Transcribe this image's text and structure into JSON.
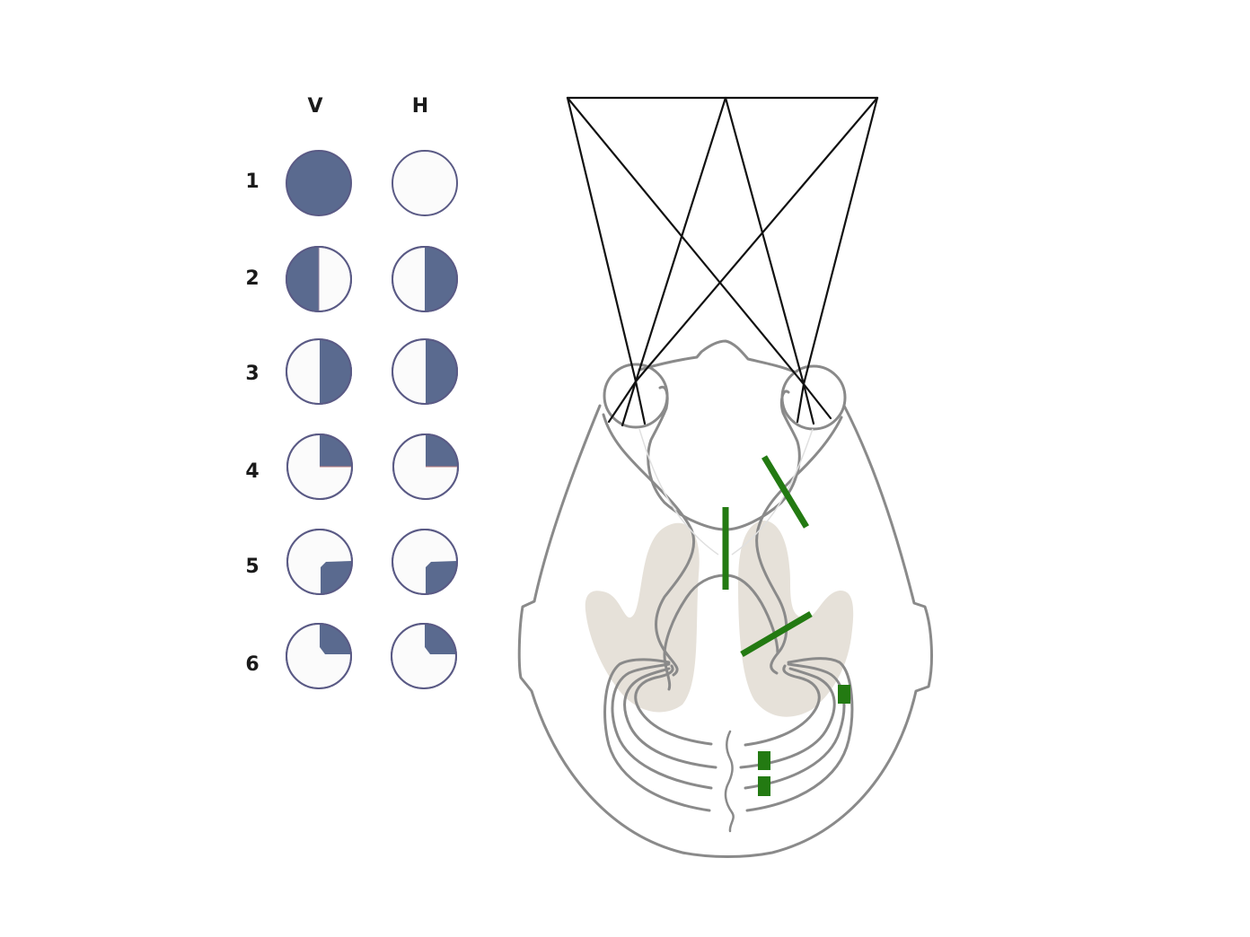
{
  "legend": {
    "columns": [
      "V",
      "H"
    ],
    "rows": [
      {
        "label": "1",
        "V": "full",
        "H": "empty"
      },
      {
        "label": "2",
        "V": "left-half",
        "H": "right-half"
      },
      {
        "label": "3",
        "V": "right-half",
        "H": "right-half"
      },
      {
        "label": "4",
        "V": "upper-right-quadrant",
        "H": "upper-right-quadrant"
      },
      {
        "label": "5",
        "V": "lower-right-quadrant-notched",
        "H": "lower-right-quadrant-notched"
      },
      {
        "label": "6",
        "V": "upper-right-quadrant-notched",
        "H": "upper-right-quadrant-notched"
      }
    ],
    "fill_color": "#5a6a8f",
    "empty_color": "#fbfbfb",
    "outline_color": "#5a5a85"
  },
  "diagram": {
    "description": "Dorsal view of mouse head with visual field projection lines from screen to both eyes, brain outline and green lesion/cut markers",
    "screen_line_color": "#111111",
    "outline_color": "#8a8a8a",
    "shaded_region_color": "#e6e1d9",
    "marker_color": "#237a12",
    "markers": [
      "optic-nerve-cut",
      "optic-chiasm-midline-cut",
      "optic-tract-cut",
      "lateral-cortex-block",
      "visual-cortex-block-upper",
      "visual-cortex-block-lower"
    ]
  }
}
